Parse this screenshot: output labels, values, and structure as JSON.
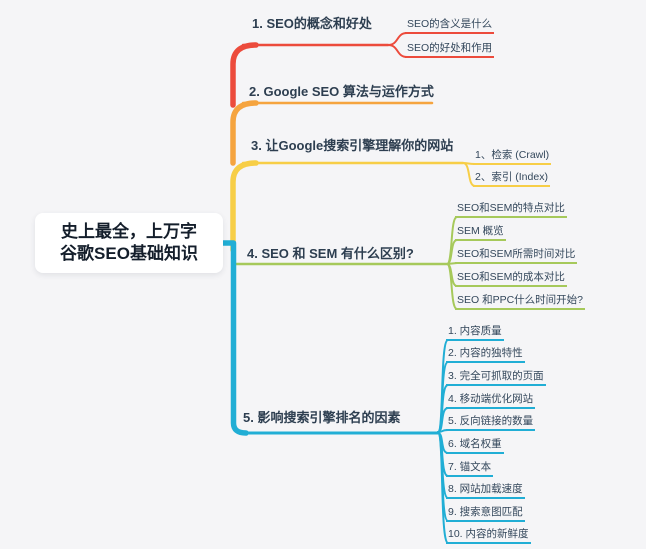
{
  "central_topic": {
    "line1": "史上最全，上万字",
    "line2": "谷歌SEO基础知识"
  },
  "colors": {
    "background": "#f5f5f7",
    "card": "#ffffff",
    "label_text": "#2d3e50",
    "branch_red": "#ec4b3c",
    "branch_orange": "#f5a43f",
    "branch_yellow": "#f7ce47",
    "branch_green": "#a6c95b",
    "branch_cyan": "#21aed5"
  },
  "branches": [
    {
      "label": "1. SEO的概念和好处",
      "color": "#ec4b3c",
      "children": [
        {
          "label": "SEO的含义是什么"
        },
        {
          "label": "SEO的好处和作用"
        }
      ]
    },
    {
      "label": "2. Google SEO 算法与运作方式",
      "color": "#f5a43f",
      "children": []
    },
    {
      "label": "3. 让Google搜索引擎理解你的网站",
      "color": "#f7ce47",
      "children": [
        {
          "label": "1、检索 (Crawl)"
        },
        {
          "label": "2、索引 (Index)"
        }
      ]
    },
    {
      "label": "4. SEO 和 SEM 有什么区别?",
      "color": "#a6c95b",
      "children": [
        {
          "label": "SEO和SEM的特点对比"
        },
        {
          "label": "SEM 概览"
        },
        {
          "label": "SEO和SEM所需时间对比"
        },
        {
          "label": "SEO和SEM的成本对比"
        },
        {
          "label": "SEO 和PPC什么时间开始?"
        }
      ]
    },
    {
      "label": "5. 影响搜索引擎排名的因素",
      "color": "#21aed5",
      "children": [
        {
          "label": "1. 内容质量"
        },
        {
          "label": "2. 内容的独特性"
        },
        {
          "label": "3. 完全可抓取的页面"
        },
        {
          "label": "4. 移动端优化网站"
        },
        {
          "label": "5. 反向链接的数量"
        },
        {
          "label": "6. 域名权重"
        },
        {
          "label": "7. 锚文本"
        },
        {
          "label": "8. 网站加载速度"
        },
        {
          "label": "9. 搜索意图匹配"
        },
        {
          "label": "10. 内容的新鲜度"
        }
      ]
    }
  ]
}
